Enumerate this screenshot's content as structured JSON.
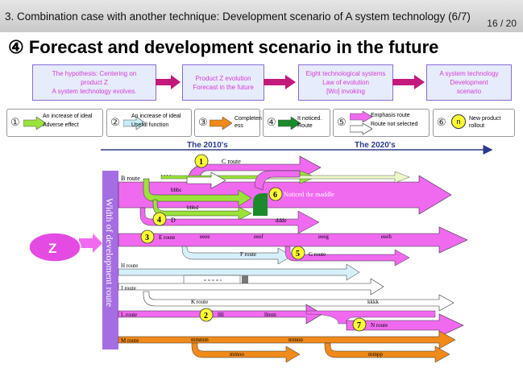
{
  "header": {
    "title": "3. Combination case with another technique: Development scenario of A system technology (6/7)",
    "page": "16 / 20"
  },
  "main_title": "④ Forecast and development scenario in the future",
  "flow": {
    "box1": {
      "line1": "The hypothesis: Centering on",
      "line2": "product Z",
      "line3": "A system technology evolves."
    },
    "box2": {
      "line1": "Product Z evolution",
      "line2": "Forecast in the future"
    },
    "box3": {
      "line1": "Eight technological systems",
      "line2": "Law of evolution",
      "line3": "[Wo] invoking"
    },
    "box4": {
      "line1": "A system technology",
      "line2": "Development",
      "line3": "scenario"
    }
  },
  "legend": [
    {
      "num": "①",
      "line1": "An increase of ideal",
      "line2": "Adverse effect",
      "color": "#9be33a"
    },
    {
      "num": "②",
      "line1": "An increase of ideal",
      "line2": "Useful function",
      "color": "#c8ecf8"
    },
    {
      "num": "③",
      "line1": "Completen",
      "line2": "ess",
      "color": "#f08a1a"
    },
    {
      "num": "④",
      "line1": "It noticed.",
      "line2": "Route",
      "color": "#1a8a2a"
    },
    {
      "num": "⑤",
      "line1": "Emphasis route",
      "line2": "Route not selected",
      "color": "#f06af0"
    },
    {
      "num": "⑥",
      "line1": "New product",
      "line2": "rollout",
      "badge": "n"
    }
  ],
  "timeline": {
    "left": "The 2010's",
    "right": "The 2020's"
  },
  "z_label": "Z",
  "bar_label": "Width of development route",
  "routes": {
    "b": "B route",
    "c": "C route",
    "d": "D",
    "e": "E route",
    "f": "F route",
    "g": "G route",
    "h": "H route",
    "j": "J route",
    "k": "K route",
    "l": "L route",
    "m": "M route",
    "n": "N route"
  },
  "labels": {
    "bbbb": "bbbb",
    "bbbc": "bbbc",
    "bbbd": "bbbd",
    "dddd": "ddde",
    "eeee": "eeee",
    "eeef": "eeef",
    "eeeg": "eeeg",
    "eeeh": "eeeh",
    "kkkk": "kkkk",
    "llll": "llll",
    "llmm": "llmm",
    "mmmm": "mmmm",
    "mmnn": "mmnn",
    "mmoo": "mmoo",
    "mmpp": "mmpp",
    "noticed": "Noticed the maddle"
  },
  "markers": [
    "1",
    "2",
    "3",
    "4",
    "5",
    "6",
    "7"
  ],
  "colors": {
    "pink": "#f06af0",
    "green": "#9be33a",
    "light_blue": "#d6f0fa",
    "orange": "#f08a1a",
    "dark_green": "#1a8a2a",
    "purple": "#a56de2",
    "yellow": "#ffff33",
    "magenta": "#c2197a"
  }
}
